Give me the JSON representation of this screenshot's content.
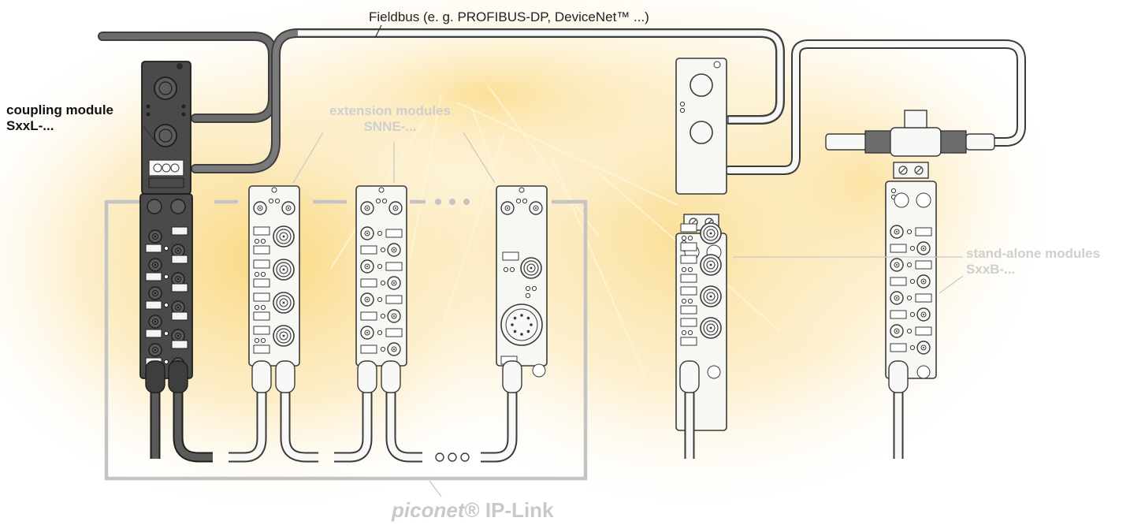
{
  "labels": {
    "fieldbus": "Fieldbus (e. g. PROFIBUS-DP, DeviceNet™ ...)",
    "coupling_line1": "coupling module",
    "coupling_line2": "SxxL-...",
    "extension_line1": "extension modules",
    "extension_line2": "SNNE-...",
    "standalone_line1": "stand-alone modules",
    "standalone_line2": "SxxB-...",
    "piconet_brand": "piconet",
    "piconet_reg": "®",
    "piconet_suffix": " IP-Link"
  },
  "colors": {
    "background_glow": "#f7d98a",
    "coupling_module": "#4a4a4a",
    "light_module": "#f7f7f4",
    "outline": "#3a3a3a",
    "label_grey": "#cfcfcf",
    "iplink_frame": "#c4c4c4"
  },
  "icons": [
    "m12-connector-icon",
    "terminal-block-icon",
    "status-led-icon",
    "label-strip-icon"
  ]
}
